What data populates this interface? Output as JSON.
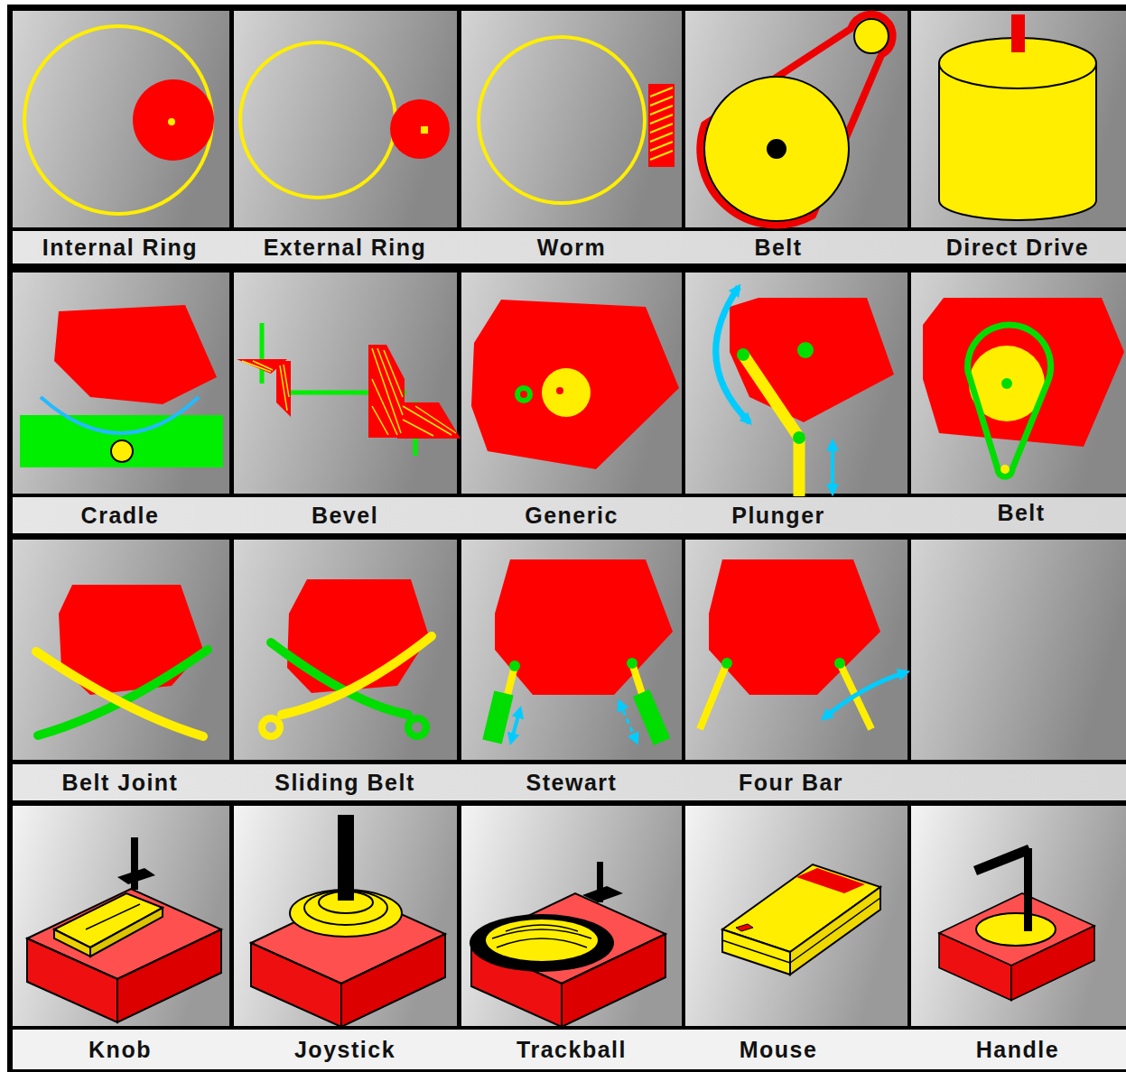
{
  "diagram": {
    "labels": [
      "Internal Ring",
      "External Ring",
      "Worm",
      "Belt",
      "Direct Drive",
      "Cradle",
      "Bevel",
      "Generic",
      "Plunger",
      "Belt",
      "Belt Joint",
      "Sliding Belt",
      "Stewart",
      "Four Bar",
      "Knob",
      "Joystick",
      "Trackball",
      "Mouse",
      "Handle"
    ]
  }
}
